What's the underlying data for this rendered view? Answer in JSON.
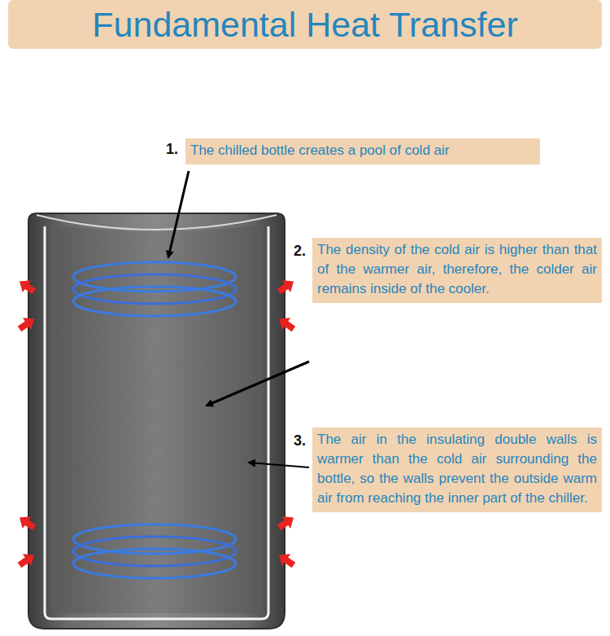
{
  "diagram": {
    "title": "Fundamental Heat Transfer",
    "nodes": [
      {
        "text": [
          "The chilled bottle creates a pool of cold air"
        ]
      },
      {
        "text": [
          "The density of the cold air is higher than that of the warmer air, therefore, the colder air remains inside of the cooler."
        ]
      },
      {
        "text": [
          "The air in the insulating double walls is warmer than the cold air surrounding the bottle, so the walls prevent the outside warm air from reaching the inner part of the chiller."
        ]
      }
    ],
    "labels": [
      "1.",
      "2.",
      "3."
    ]
  }
}
